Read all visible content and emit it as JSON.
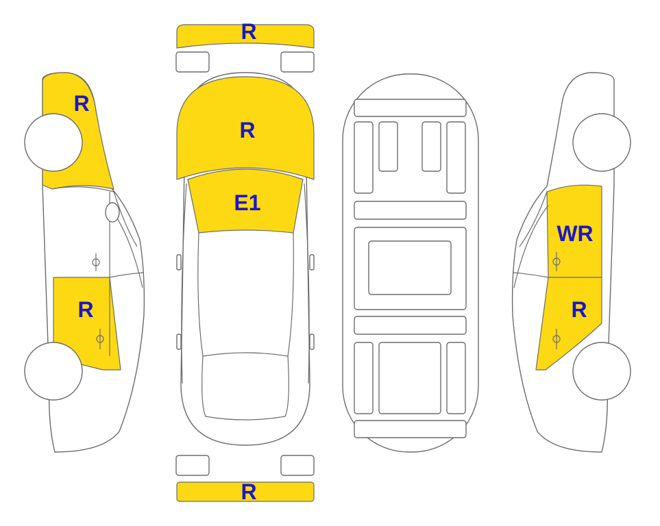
{
  "colors": {
    "damage_fill": "#FCD913",
    "label_text": "#1B17C9",
    "outline": "#6B6B6B"
  },
  "labels": {
    "rear_bumper_top": "R",
    "hood": "R",
    "windshield": "E1",
    "left_front_fender": "R",
    "left_rear_door": "R",
    "right_front_door": "WR",
    "right_rear_door": "R",
    "front_bumper_bottom": "R"
  }
}
